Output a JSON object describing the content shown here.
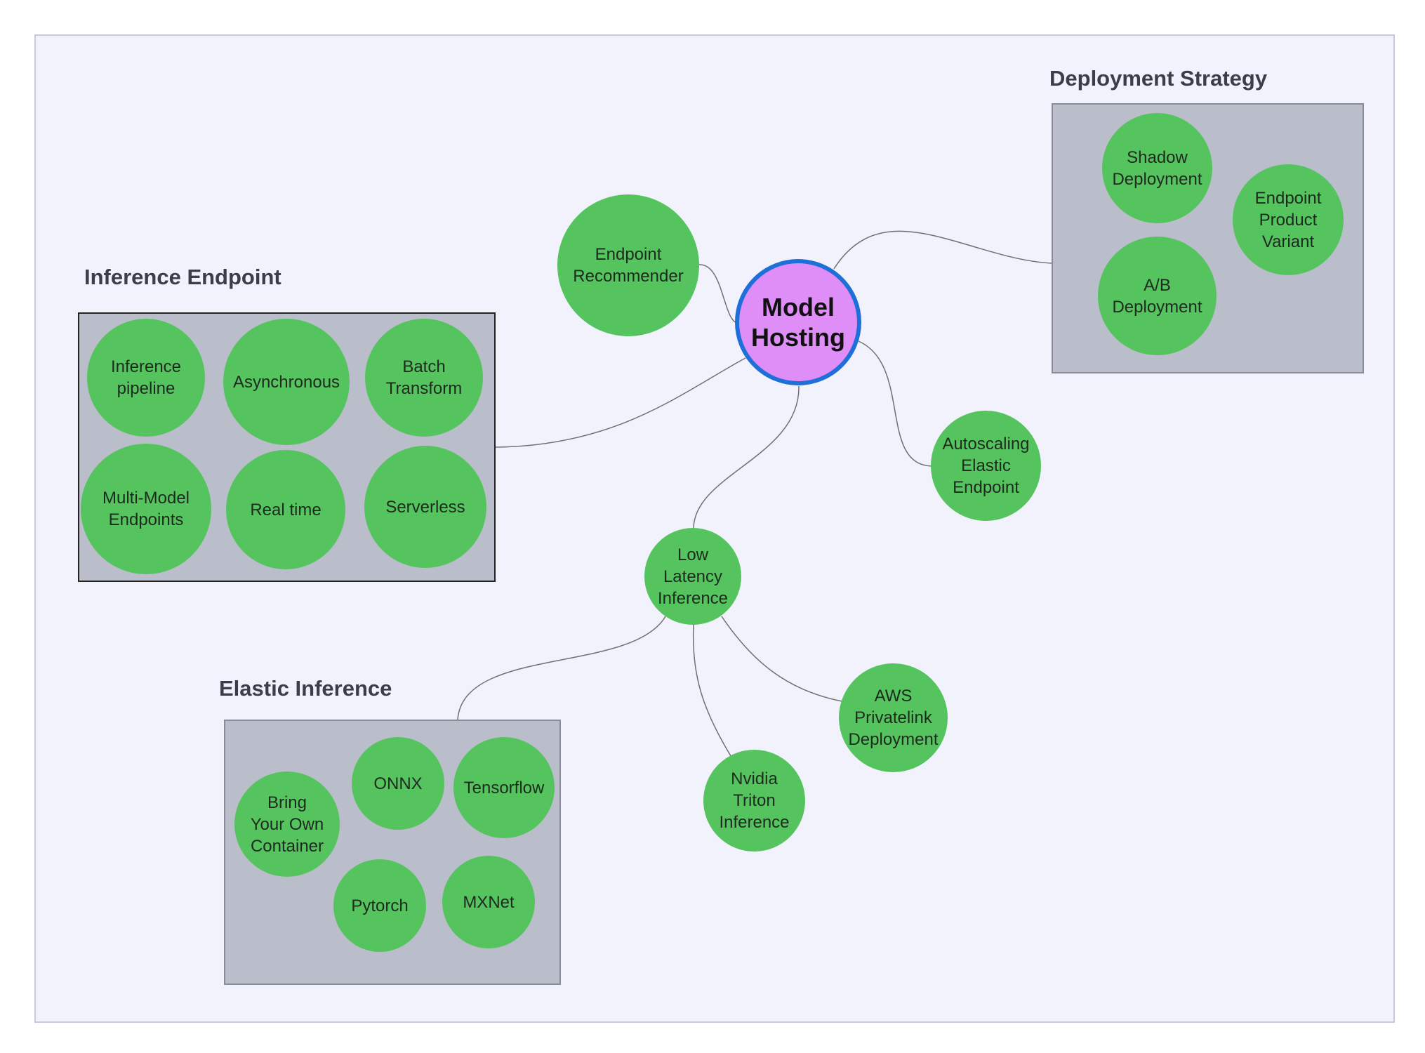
{
  "hub": {
    "label": "Model\nHosting"
  },
  "groups": {
    "inference_endpoint": {
      "title": "Inference Endpoint",
      "items": [
        "Inference\npipeline",
        "Asynchronous",
        "Batch\nTransform",
        "Multi-Model\nEndpoints",
        "Real time",
        "Serverless"
      ]
    },
    "deployment_strategy": {
      "title": "Deployment Strategy",
      "items": [
        "Shadow\nDeployment",
        "Endpoint\nProduct\nVariant",
        "A/B\nDeployment"
      ]
    },
    "elastic_inference": {
      "title": "Elastic Inference",
      "items": [
        "Bring\nYour Own\nContainer",
        "ONNX",
        "Tensorflow",
        "Pytorch",
        "MXNet"
      ]
    }
  },
  "nodes": {
    "endpoint_recommender": "Endpoint\nRecommender",
    "autoscaling": "Autoscaling\nElastic\nEndpoint",
    "low_latency": "Low\nLatency\nInference",
    "aws_privatelink": "AWS\nPrivatelink\nDeployment",
    "nvidia_triton": "Nvidia\nTriton\nInference"
  },
  "colors": {
    "board_background": "#f1f2fc",
    "group_background": "#babdca",
    "node_fill": "#55c45f",
    "hub_fill": "#df8ef8",
    "hub_border": "#1f6fd8",
    "connector": "#707070"
  }
}
